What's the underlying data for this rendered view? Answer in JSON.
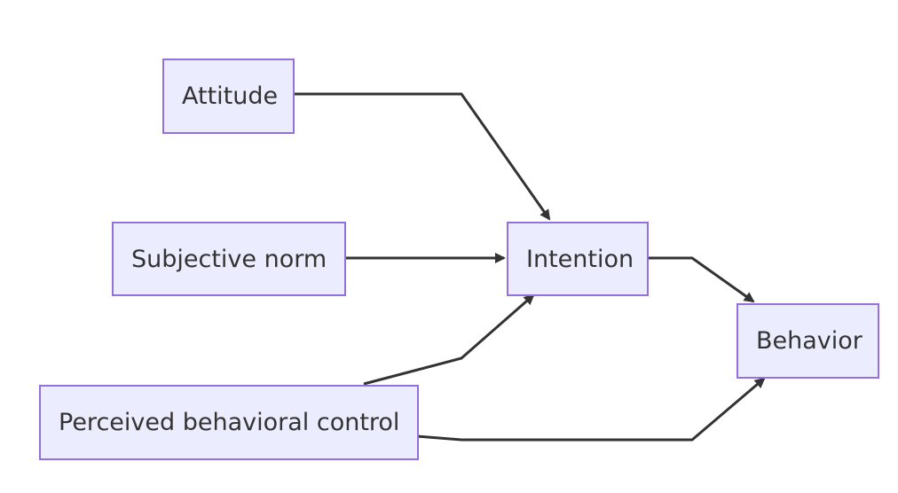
{
  "diagram": {
    "nodes": {
      "attitude": "Attitude",
      "subjective_norm": "Subjective norm",
      "intention": "Intention",
      "behavior": "Behavior",
      "perceived_behavioral_control": "Perceived behavioral control"
    },
    "colors": {
      "node_fill": "#ECECFF",
      "node_border": "#9370DB",
      "edge": "#333333",
      "text": "#333333"
    }
  }
}
